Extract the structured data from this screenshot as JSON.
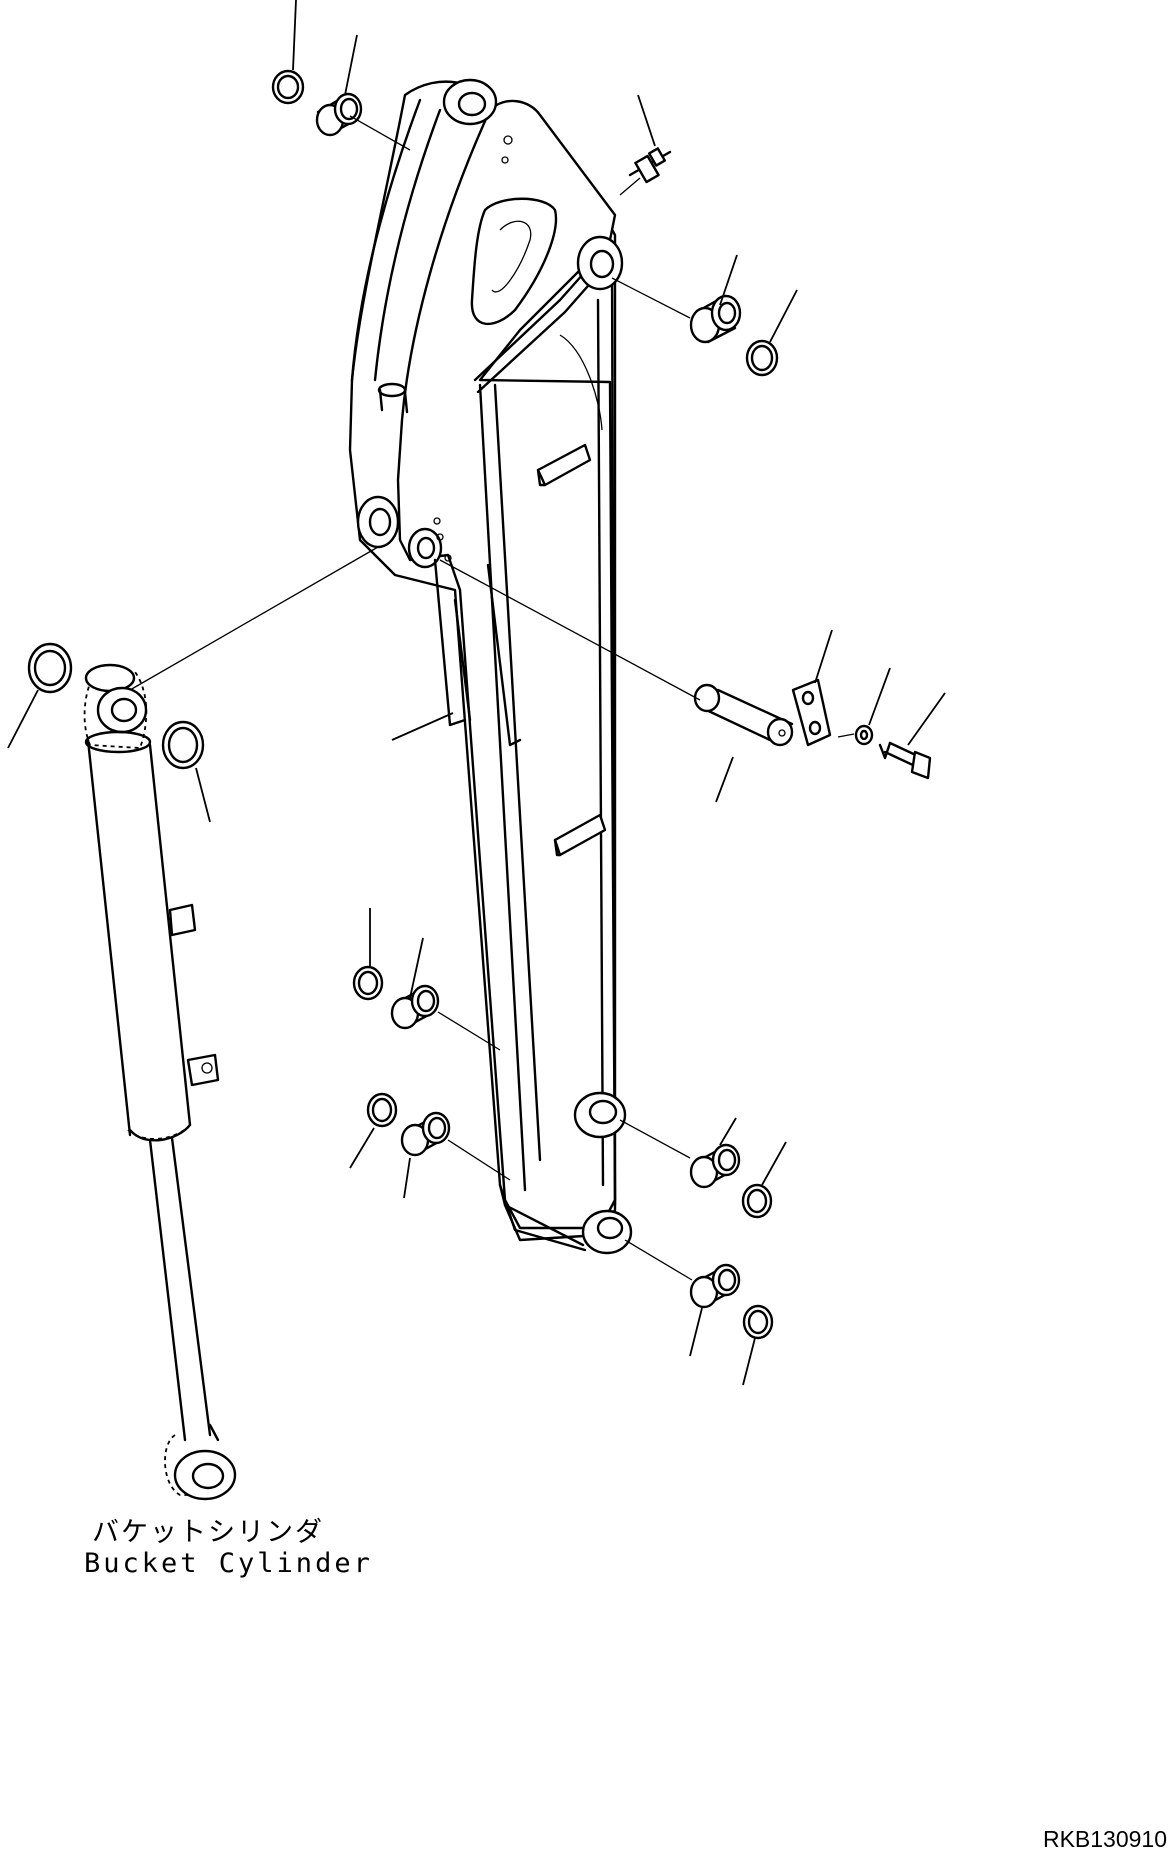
{
  "labels": {
    "bucket_cylinder_jp": "バケットシリンダ",
    "bucket_cylinder_en": "Bucket Cylinder"
  },
  "figure_reference": "RKB130910",
  "colors": {
    "line": "#000000",
    "background": "#ffffff"
  }
}
